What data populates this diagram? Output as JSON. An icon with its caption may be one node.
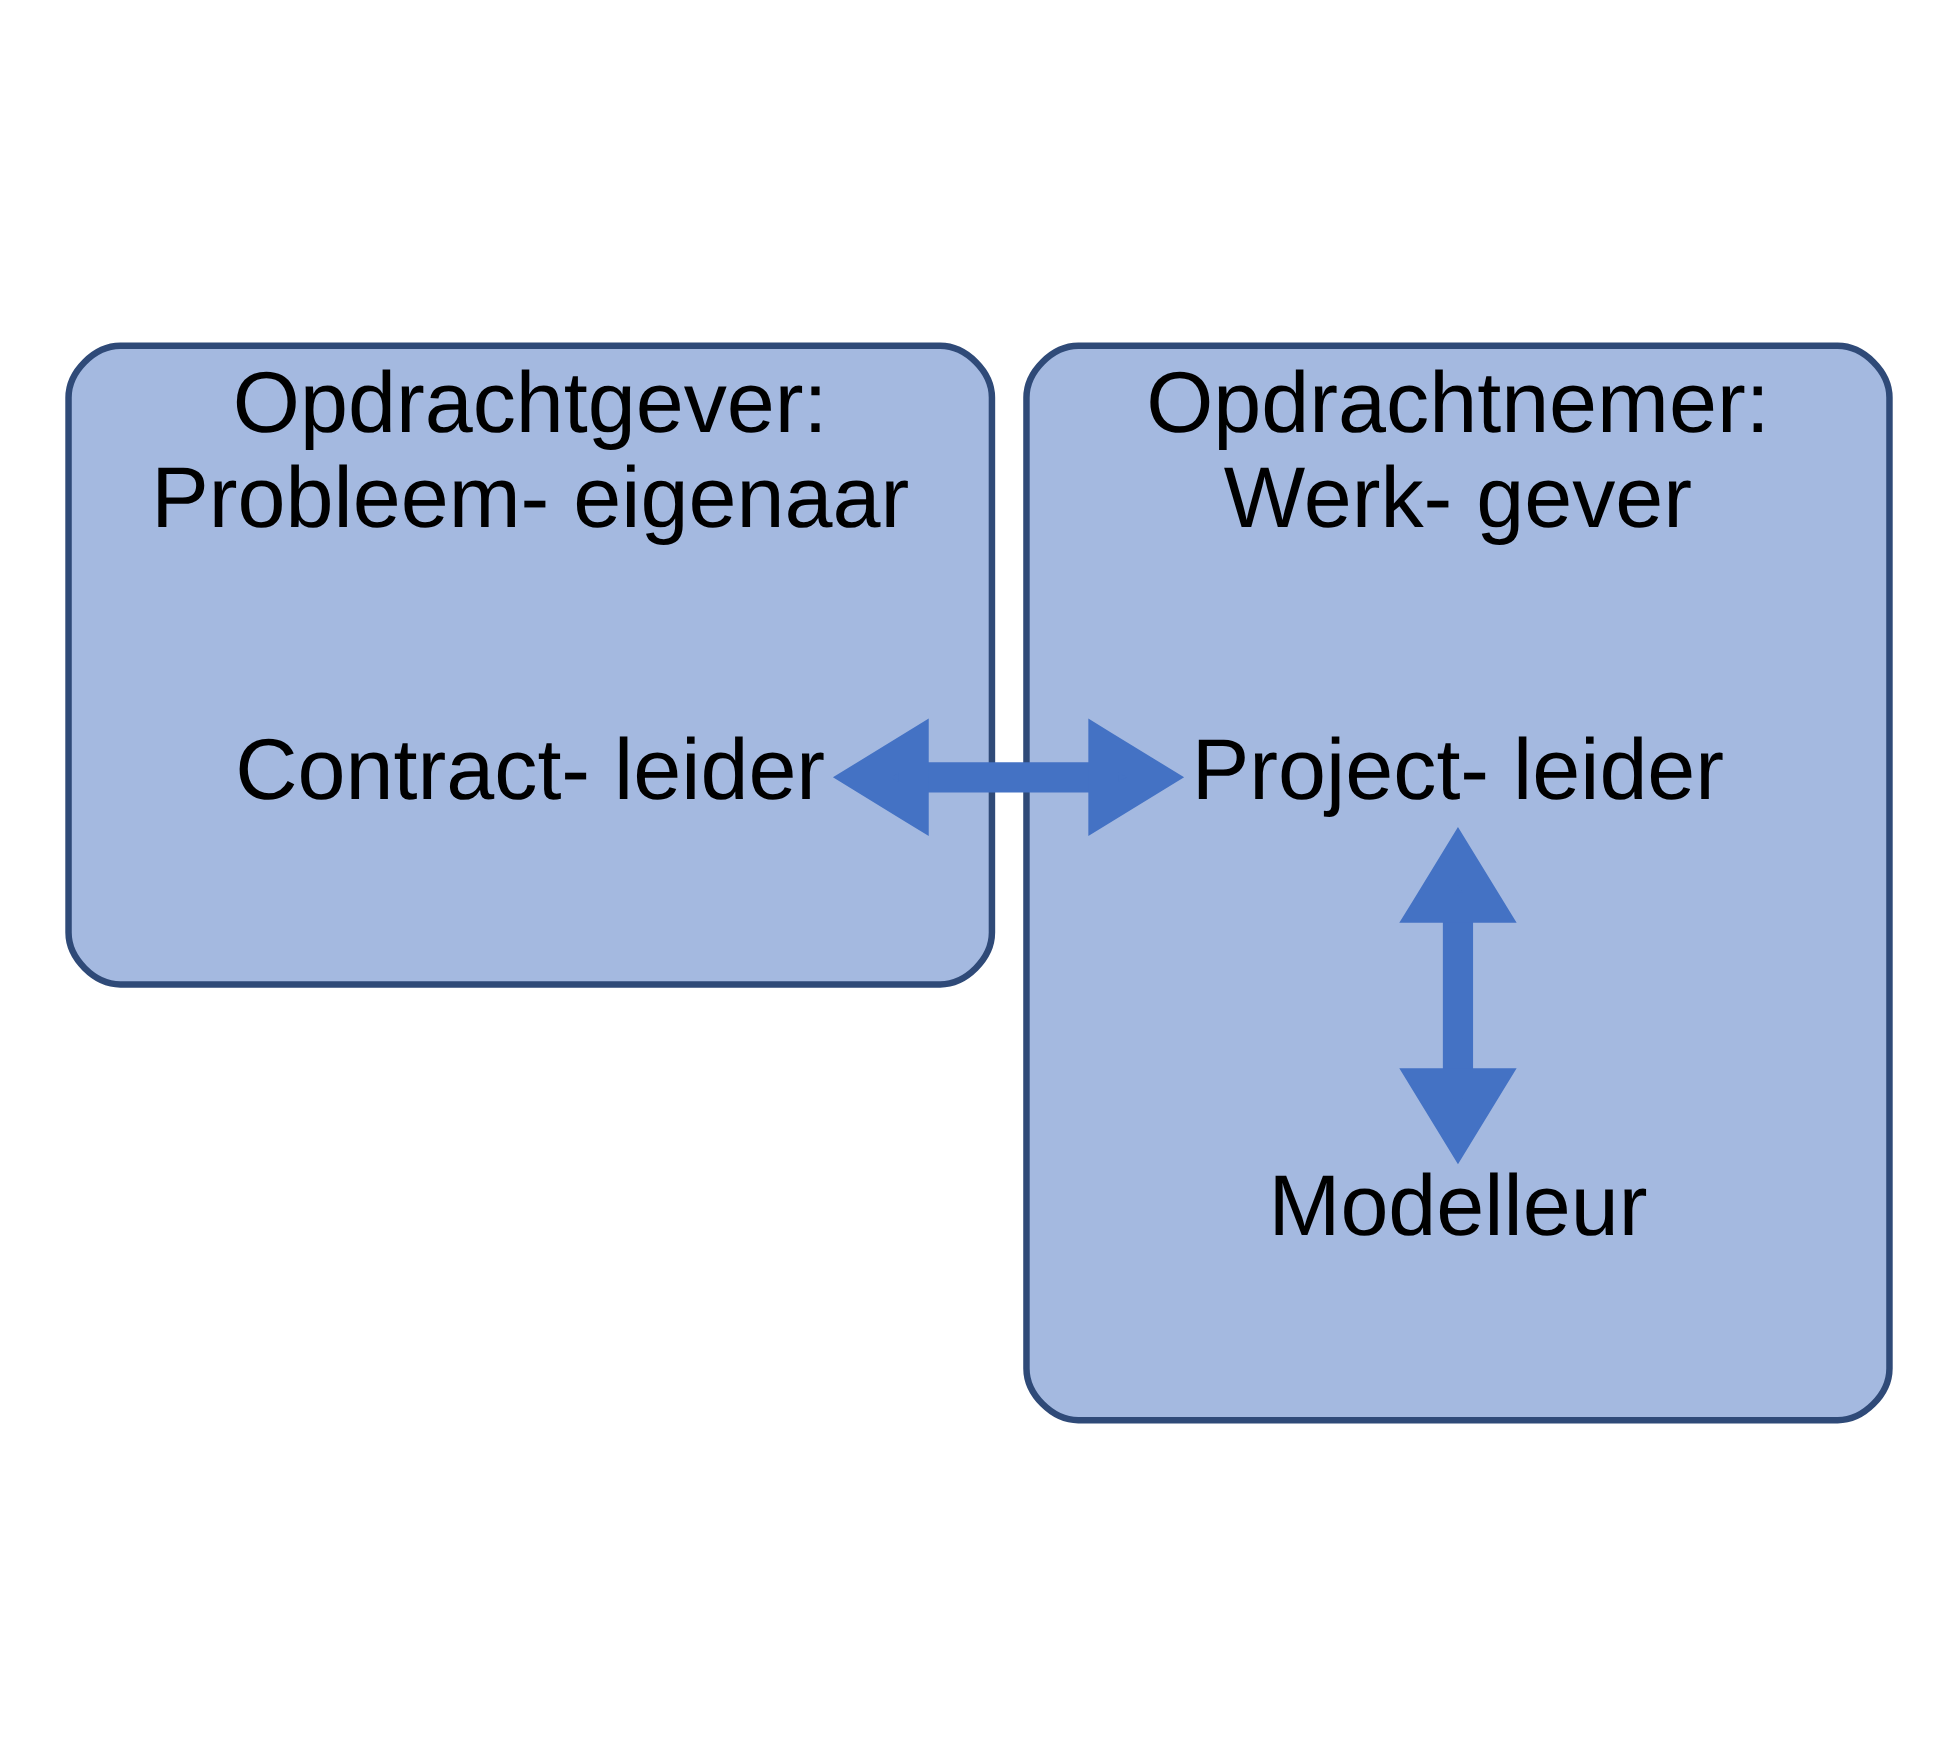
{
  "diagram": {
    "nodes": [
      {
        "text": [
          "Opdrachtgever:",
          "Probleem- eigenaar"
        ]
      },
      {
        "text": [
          "Contract- leider"
        ],
        "in": 0
      },
      {
        "text": [
          "Opdrachtnemer:",
          "Werk- gever"
        ]
      },
      {
        "text": [
          "Project- leider"
        ],
        "in": 2
      },
      {
        "text": [
          "Modelleur"
        ],
        "in": 2
      }
    ],
    "edges": [
      {
        "from": 1,
        "to": 3,
        "arrow": "both"
      },
      {
        "from": 3,
        "to": 4,
        "arrow": "both"
      }
    ]
  }
}
